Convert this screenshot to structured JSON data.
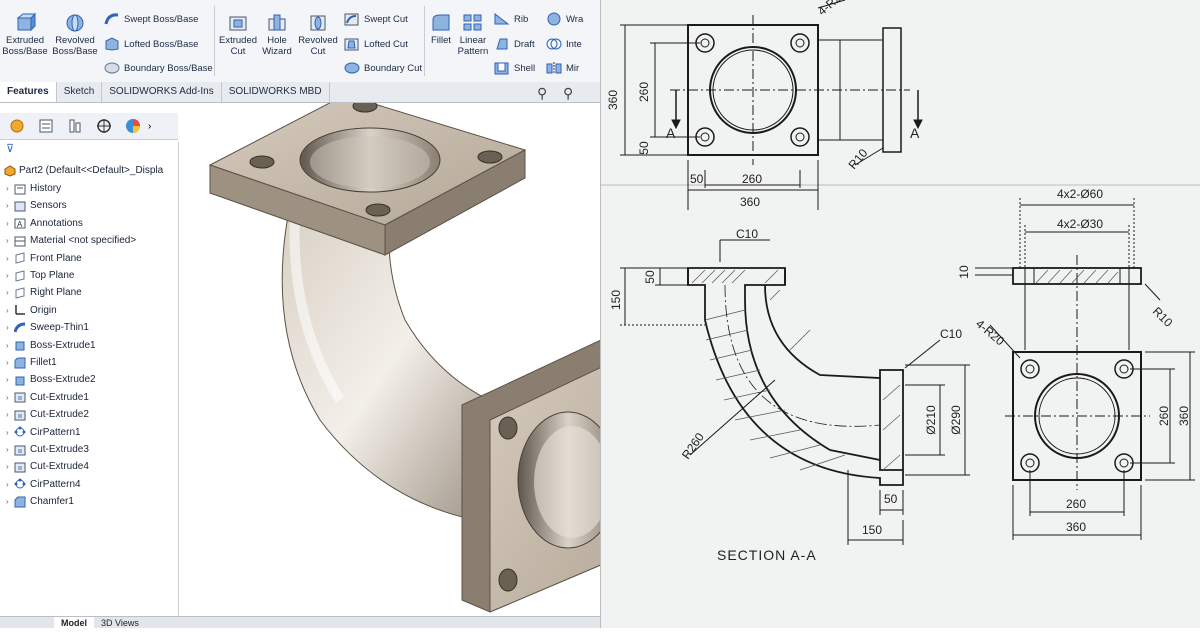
{
  "ribbon": {
    "buttons": {
      "extruded_boss": "Extruded\nBoss/Base",
      "revolved_boss": "Revolved\nBoss/Base",
      "swept_boss": "Swept Boss/Base",
      "lofted_boss": "Lofted Boss/Base",
      "boundary_boss": "Boundary Boss/Base",
      "extruded_cut": "Extruded\nCut",
      "hole_wizard": "Hole\nWizard",
      "revolved_cut": "Revolved\nCut",
      "swept_cut": "Swept Cut",
      "lofted_cut": "Lofted Cut",
      "boundary_cut": "Boundary Cut",
      "fillet": "Fillet",
      "linear_pattern": "Linear\nPattern",
      "rib": "Rib",
      "draft": "Draft",
      "shell": "Shell",
      "wrap": "Wra",
      "intersect": "Inte",
      "mirror": "Mir"
    }
  },
  "tabs": [
    {
      "label": "Features",
      "active": true
    },
    {
      "label": "Sketch"
    },
    {
      "label": "SOLIDWORKS Add-Ins"
    },
    {
      "label": "SOLIDWORKS MBD"
    }
  ],
  "tree": {
    "root": "Part2  (Default<<Default>_Displa",
    "items": [
      {
        "label": "History",
        "icon": "history-icon"
      },
      {
        "label": "Sensors",
        "icon": "sensor-icon"
      },
      {
        "label": "Annotations",
        "icon": "annotation-icon"
      },
      {
        "label": "Material <not specified>",
        "icon": "material-icon"
      },
      {
        "label": "Front Plane",
        "icon": "plane-icon"
      },
      {
        "label": "Top Plane",
        "icon": "plane-icon"
      },
      {
        "label": "Right Plane",
        "icon": "plane-icon"
      },
      {
        "label": "Origin",
        "icon": "origin-icon"
      },
      {
        "label": "Sweep-Thin1",
        "icon": "sweep-icon"
      },
      {
        "label": "Boss-Extrude1",
        "icon": "extrude-icon"
      },
      {
        "label": "Fillet1",
        "icon": "fillet-icon"
      },
      {
        "label": "Boss-Extrude2",
        "icon": "extrude-icon"
      },
      {
        "label": "Cut-Extrude1",
        "icon": "cut-icon"
      },
      {
        "label": "Cut-Extrude2",
        "icon": "cut-icon"
      },
      {
        "label": "CirPattern1",
        "icon": "pattern-icon"
      },
      {
        "label": "Cut-Extrude3",
        "icon": "cut-icon"
      },
      {
        "label": "Cut-Extrude4",
        "icon": "cut-icon"
      },
      {
        "label": "CirPattern4",
        "icon": "pattern-icon"
      },
      {
        "label": "Chamfer1",
        "icon": "chamfer-icon"
      }
    ]
  },
  "bottom_tabs": [
    "Model",
    "3D Views"
  ],
  "drawing": {
    "section_label": "SECTION A-A",
    "dims": {
      "top_h360": "360",
      "top_h260": "260",
      "top_h50": "50",
      "top_v360": "360",
      "top_v260": "260",
      "top_v50": "50",
      "cut_a_left": "A",
      "cut_a_right": "A",
      "r10_top": "R10",
      "r_top_partial": "4-R2",
      "c10_top": "C10",
      "c10_right": "C10",
      "d150_left": "150",
      "d50_left": "50",
      "r260": "R260",
      "d210": "Ø210",
      "d290": "Ø290",
      "d50_bottom": "50",
      "d150_bottom": "150",
      "holes_60": "4x2-Ø60",
      "holes_30": "4x2-Ø30",
      "d10": "10",
      "r10_side": "R10",
      "r20_side": "4-R20",
      "side_v260": "260",
      "side_v360": "360",
      "side_h260": "260",
      "side_h360": "360"
    }
  },
  "colors": {
    "ribbon_bg": "#f3f5f8",
    "accent_blue": "#2f63b8",
    "drawing_bg": "#f1f3f3",
    "metal": "#b7aca0"
  }
}
